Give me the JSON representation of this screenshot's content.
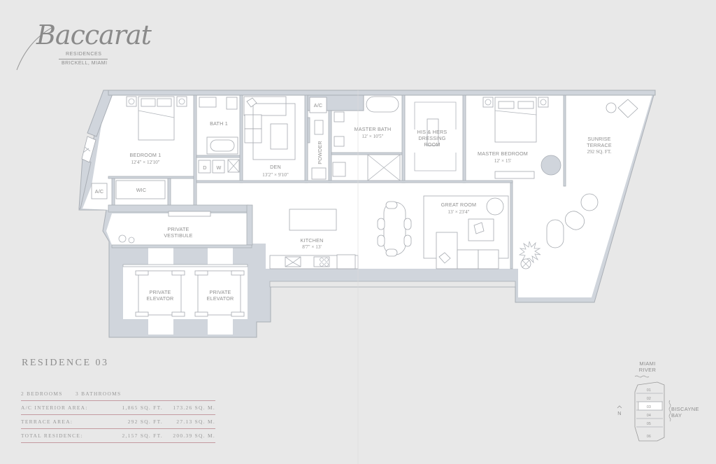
{
  "brand": {
    "name": "Baccarat",
    "subtitle": "RESIDENCES",
    "location": "BRICKELL, MIAMI"
  },
  "residence": {
    "title": "RESIDENCE 03",
    "summary": {
      "bedrooms": "2 BEDROOMS",
      "bathrooms": "3 BATHROOMS"
    },
    "areas": [
      {
        "label": "A/C INTERIOR AREA:",
        "sq_ft": "1,865 SQ. FT.",
        "sq_m": "173.26 SQ. M."
      },
      {
        "label": "TERRACE AREA:",
        "sq_ft": "292 SQ. FT.",
        "sq_m": "27.13 SQ. M."
      },
      {
        "label": "TOTAL RESIDENCE:",
        "sq_ft": "2,157 SQ. FT.",
        "sq_m": "200.39 SQ. M."
      }
    ]
  },
  "rooms": {
    "bedroom1": {
      "name": "BEDROOM 1",
      "dim": "12'4\" × 12'10\""
    },
    "wic": {
      "name": "WIC"
    },
    "ac1": {
      "name": "A/C"
    },
    "ac2": {
      "name": "A/C"
    },
    "bath1": {
      "name": "BATH 1"
    },
    "dryer": {
      "name": "D"
    },
    "washer": {
      "name": "W"
    },
    "den": {
      "name": "DEN",
      "dim": "13'2\" × 9'10\""
    },
    "powder": {
      "name": "POWDER"
    },
    "master_bath": {
      "name": "MASTER BATH",
      "dim": "12' × 10'5\""
    },
    "dressing": {
      "line1": "HIS & HERS",
      "line2": "DRESSING",
      "line3": "ROOM"
    },
    "master_bedroom": {
      "name": "MASTER BEDROOM",
      "dim": "12' × 15'"
    },
    "terrace": {
      "line1": "SUNRISE",
      "line2": "TERRACE",
      "area": "292 SQ. FT."
    },
    "vestibule": {
      "line1": "PRIVATE",
      "line2": "VESTIBULE"
    },
    "elevator1": {
      "line1": "PRIVATE",
      "line2": "ELEVATOR"
    },
    "elevator2": {
      "line1": "PRIVATE",
      "line2": "ELEVATOR"
    },
    "kitchen": {
      "name": "KITCHEN",
      "dim": "8'7\" × 13'"
    },
    "great_room": {
      "name": "GREAT ROOM",
      "dim": "13' × 23'4\""
    }
  },
  "keymap": {
    "river": {
      "line1": "MIAMI",
      "line2": "RIVER"
    },
    "bay": {
      "line1": "BISCAYNE",
      "line2": "BAY"
    },
    "north": "N",
    "units": [
      "01",
      "02",
      "03",
      "04",
      "05",
      "06"
    ],
    "highlighted_unit": "03"
  },
  "colors": {
    "background": "#e8e8e8",
    "wall_fill": "#d0d5dc",
    "wall_stroke": "#a9aeb5",
    "floor": "#ffffff",
    "text": "#8e8e8e",
    "rule": "#c49aa0"
  }
}
